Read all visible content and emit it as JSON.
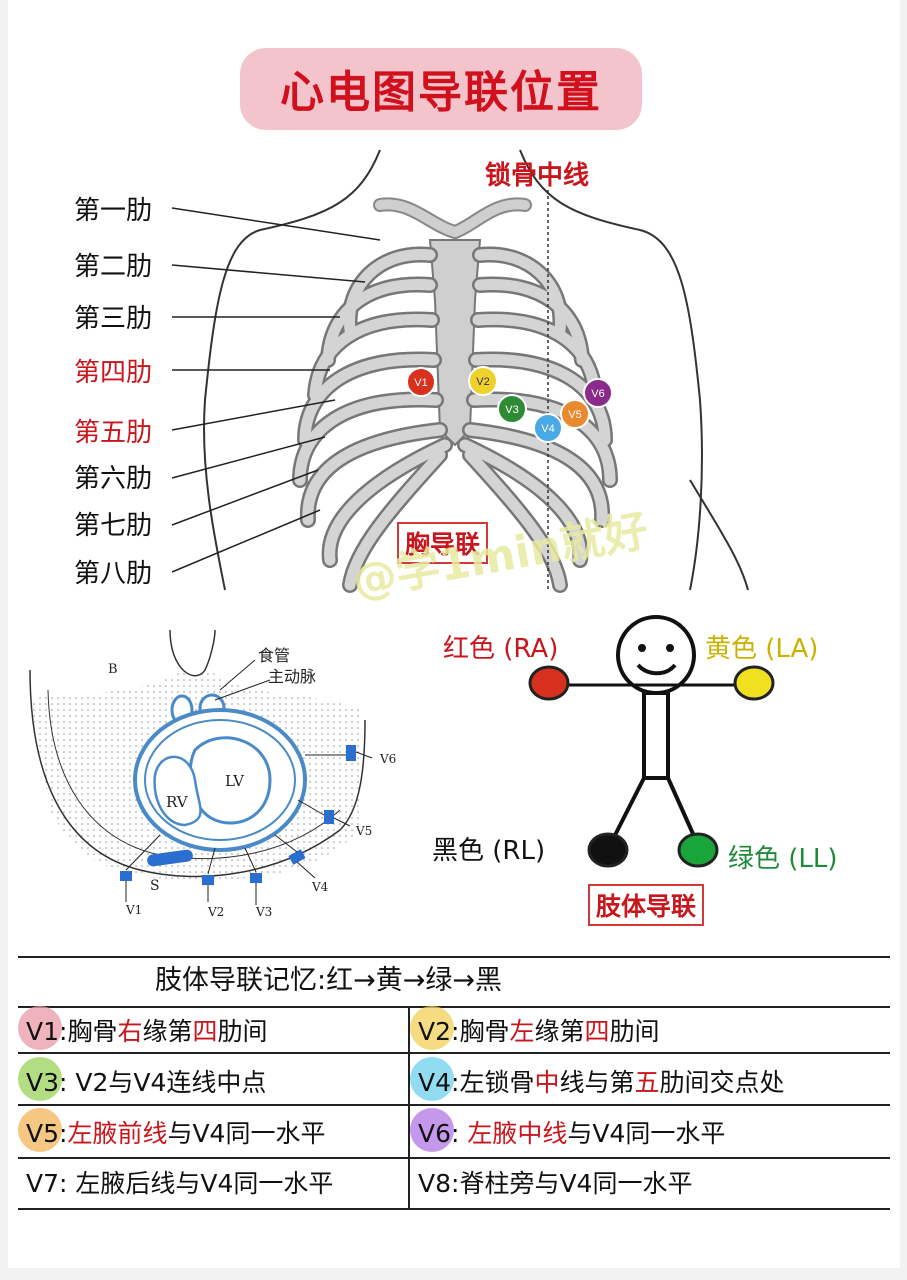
{
  "title": "心电图导联位置",
  "clavicle_label": "锁骨中线",
  "ribs": [
    {
      "label": "第一肋",
      "red": false
    },
    {
      "label": "第二肋",
      "red": false
    },
    {
      "label": "第三肋",
      "red": false
    },
    {
      "label": "第四肋",
      "red": true
    },
    {
      "label": "第五肋",
      "red": true
    },
    {
      "label": "第六肋",
      "red": false
    },
    {
      "label": "第七肋",
      "red": false
    },
    {
      "label": "第八肋",
      "red": false
    }
  ],
  "electrodes": [
    {
      "label": "V1",
      "color": "#d8321e"
    },
    {
      "label": "V2",
      "color": "#efd12c"
    },
    {
      "label": "V3",
      "color": "#2f8a35"
    },
    {
      "label": "V4",
      "color": "#4aa8e6"
    },
    {
      "label": "V5",
      "color": "#ea8a2e"
    },
    {
      "label": "V6",
      "color": "#8a2a8a"
    }
  ],
  "chest_leads_label": "胸导联",
  "watermark": "@学1min就好",
  "cross_section": {
    "B": "B",
    "esophagus": "食管",
    "aorta": "主动脉",
    "LV": "LV",
    "RV": "RV",
    "S": "S",
    "leads": [
      "V1",
      "V2",
      "V3",
      "V4",
      "V5",
      "V6"
    ]
  },
  "limb": {
    "ra": {
      "label": "红色 (RA)",
      "color": "#d8301e",
      "text_color": "#c8161d"
    },
    "la": {
      "label": "黄色 (LA)",
      "color": "#f0e020",
      "text_color": "#c9b300"
    },
    "rl": {
      "label": "黑色 (RL)",
      "color": "#111111",
      "text_color": "#111111"
    },
    "ll": {
      "label": "绿色 (LL)",
      "color": "#19a53a",
      "text_color": "#1f8a3a"
    },
    "title": "肢体导联"
  },
  "memory": {
    "title": "肢体导联记忆:红→黄→绿→黑",
    "rows": [
      [
        {
          "lead": "V1:",
          "parts": [
            "胸骨",
            "右",
            "缘第",
            "四",
            "肋间"
          ],
          "dot": "#e89aa6"
        },
        {
          "lead": "V2:",
          "parts": [
            "胸骨",
            "左",
            "缘第",
            "四",
            "肋间"
          ],
          "dot": "#f2d05a"
        }
      ],
      [
        {
          "lead": "V3: ",
          "parts": [
            "V2与V4连线中点",
            "",
            "",
            "",
            ""
          ],
          "dot": "#9ad25a"
        },
        {
          "lead": "V4:",
          "parts": [
            "左锁骨",
            "中",
            "线与第",
            "五",
            "肋间交点处"
          ],
          "dot": "#6ed0ee"
        }
      ],
      [
        {
          "lead": "V5:",
          "parts": [
            "",
            "左腋前线",
            "与V4同一水平",
            "",
            ""
          ],
          "dot": "#f2b45a"
        },
        {
          "lead": "V6: ",
          "parts": [
            "",
            "左腋中线",
            "与V4同一水平",
            "",
            ""
          ],
          "dot": "#b276e6"
        }
      ],
      [
        {
          "lead": "V7: ",
          "parts": [
            "左腋后线与V4同一水平",
            "",
            "",
            "",
            ""
          ],
          "dot": ""
        },
        {
          "lead": "V8:",
          "parts": [
            "脊柱旁与V4同一水平",
            "",
            "",
            "",
            ""
          ],
          "dot": ""
        }
      ]
    ]
  }
}
